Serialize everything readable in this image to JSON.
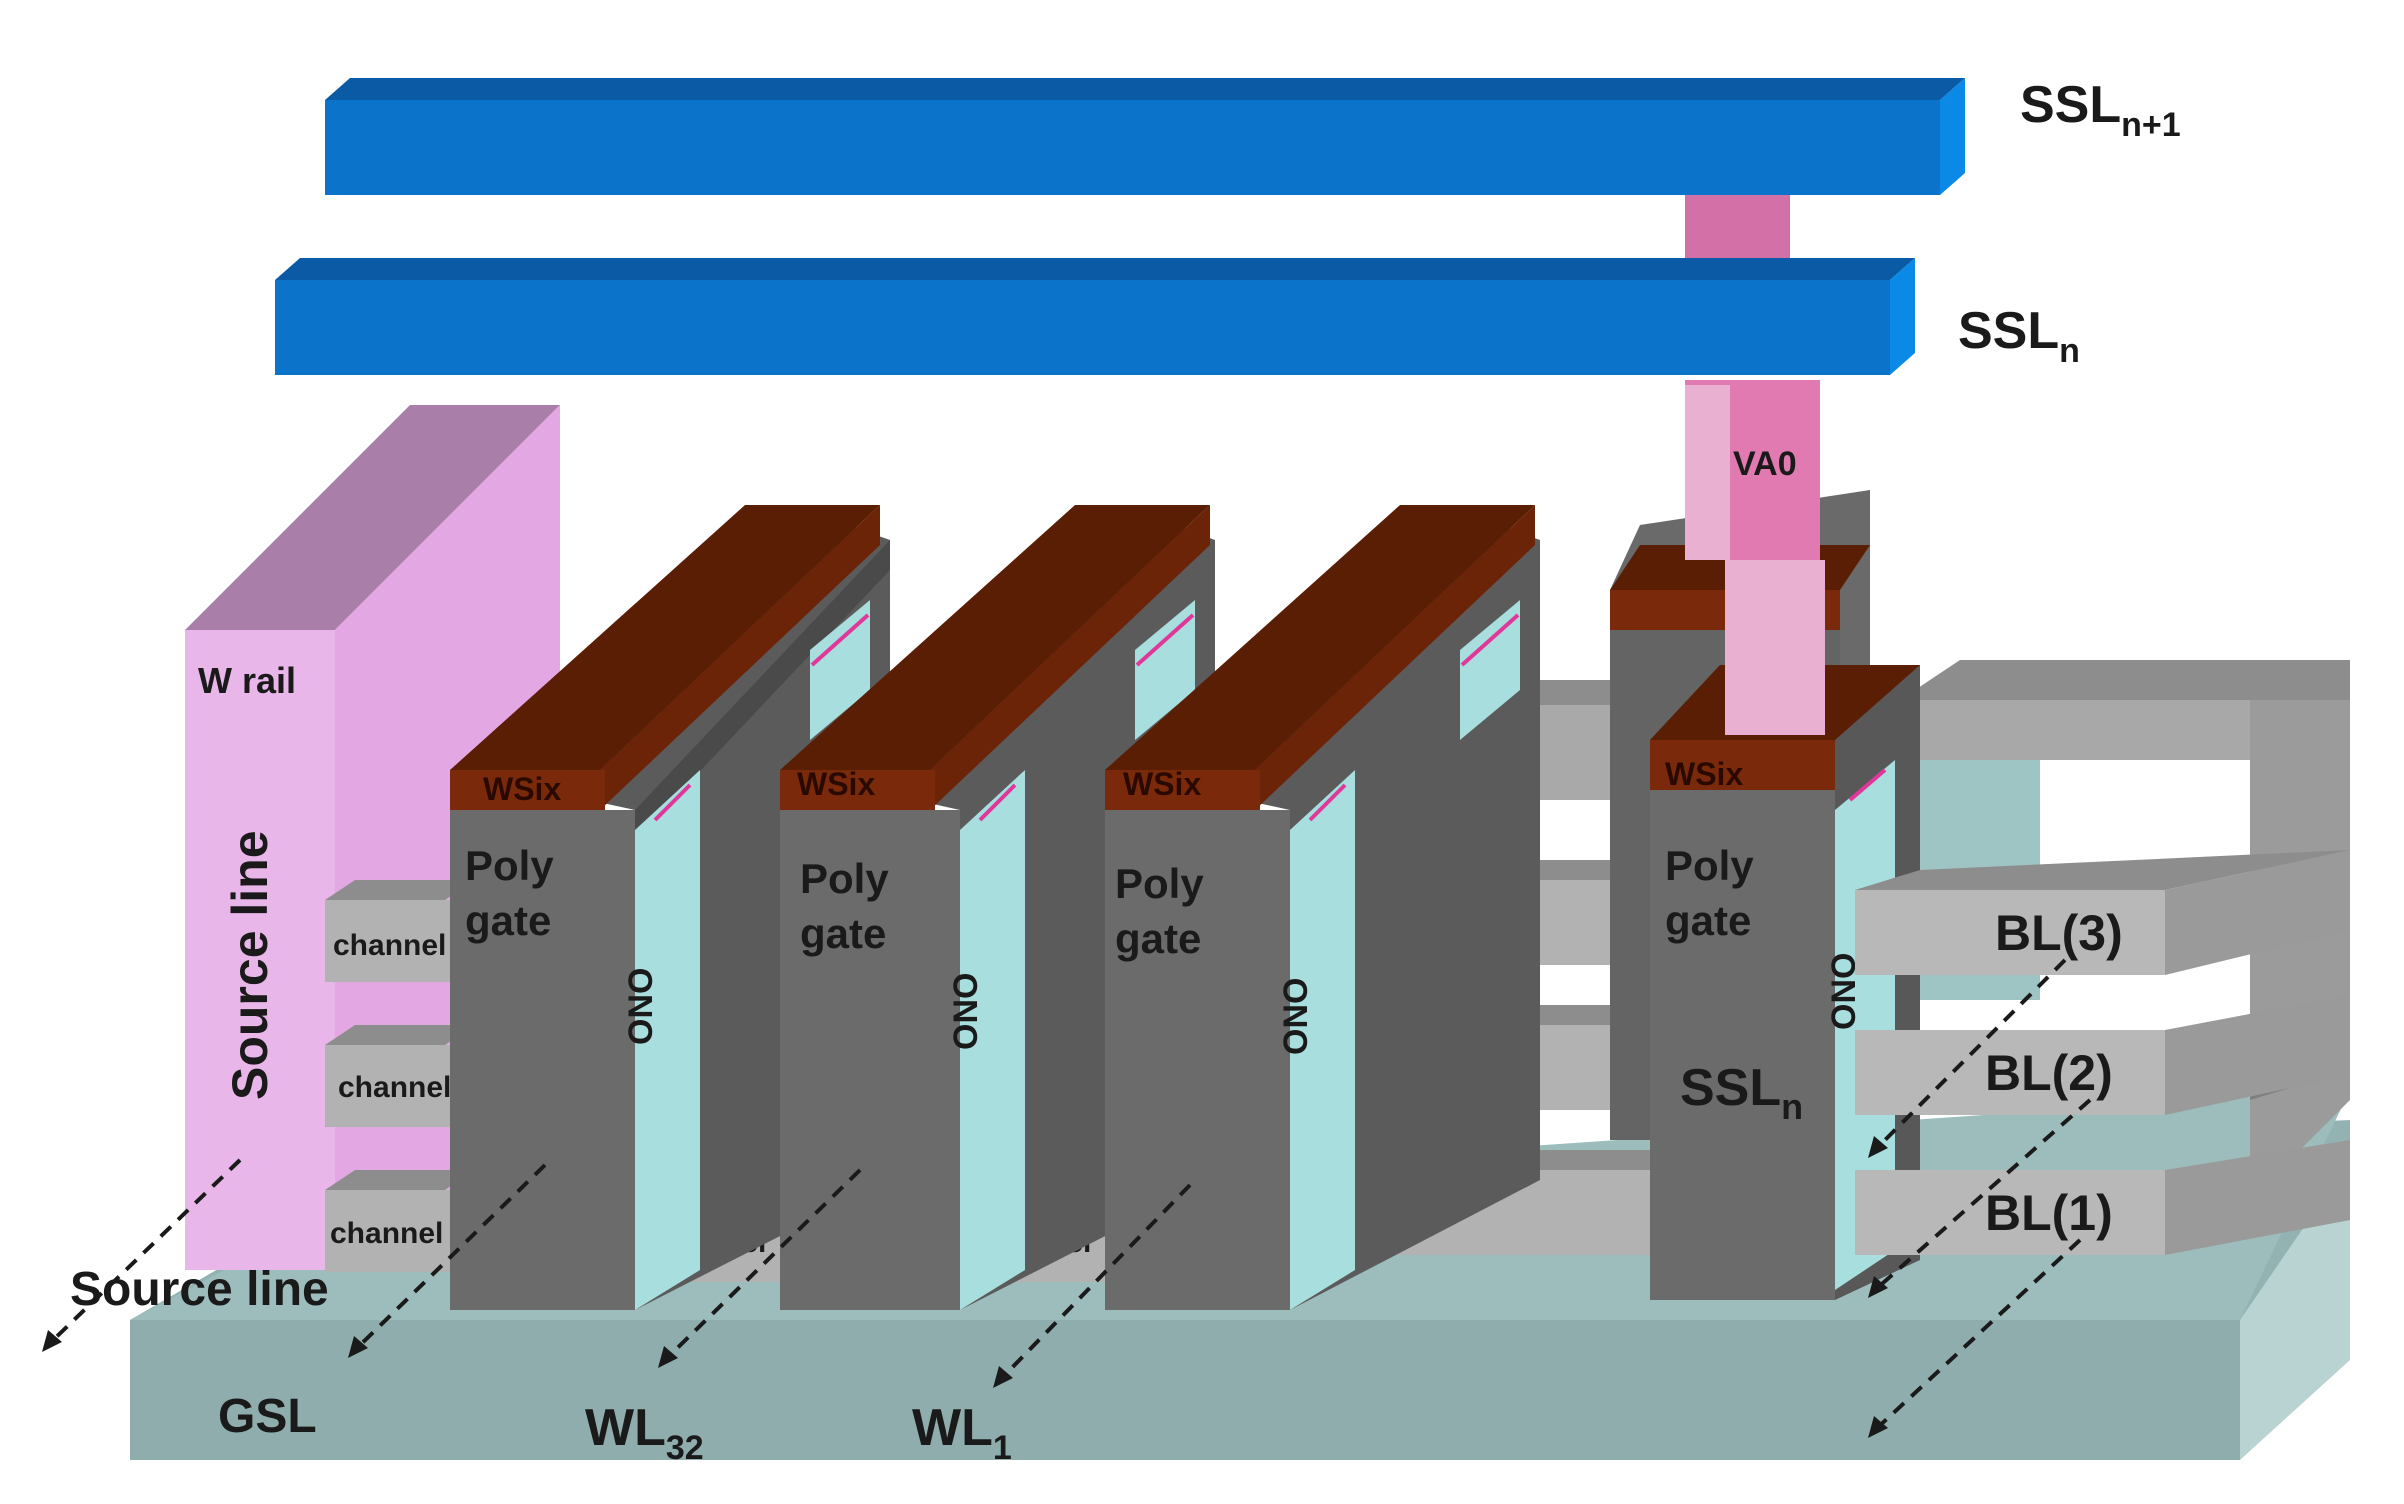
{
  "labels": {
    "ssl_top": "SSL",
    "ssl_top_sub": "n+1",
    "ssl_mid": "SSL",
    "ssl_mid_sub": "n",
    "via": "VA0",
    "w_rail": "W rail",
    "source_line_vertical": "Source line",
    "source_line_bottom": "Source line",
    "gsl": "GSL",
    "wl32": "WL",
    "wl32_sub": "32",
    "wl1": "WL",
    "wl1_sub": "1",
    "wsix": "WSix",
    "poly": "Poly",
    "gate": "gate",
    "ono": "ONO",
    "channel": "channel",
    "ssl_gate": "SSL",
    "ssl_gate_sub": "n",
    "bl3": "BL(3)",
    "bl2": "BL(2)",
    "bl1": "BL(1)"
  },
  "colors": {
    "metal_front": "#0b73c9",
    "metal_top": "#0a5aa5",
    "metal_side": "#0a89e6",
    "via": "#e07ab0",
    "via_light": "#eab0d2",
    "wrail_front": "#e8b6e8",
    "wrail_top": "#a97fa9",
    "gate_front": "#6b6b6b",
    "gate_side": "#585858",
    "wsix": "#7a2a0a",
    "wsix_top": "#5a1e05",
    "ono": "#a8dede",
    "channel": "#b2b2b2",
    "channel_top": "#8d8d8d",
    "substrate": "#93b3b3",
    "substrate_side": "#b9d2d2"
  }
}
